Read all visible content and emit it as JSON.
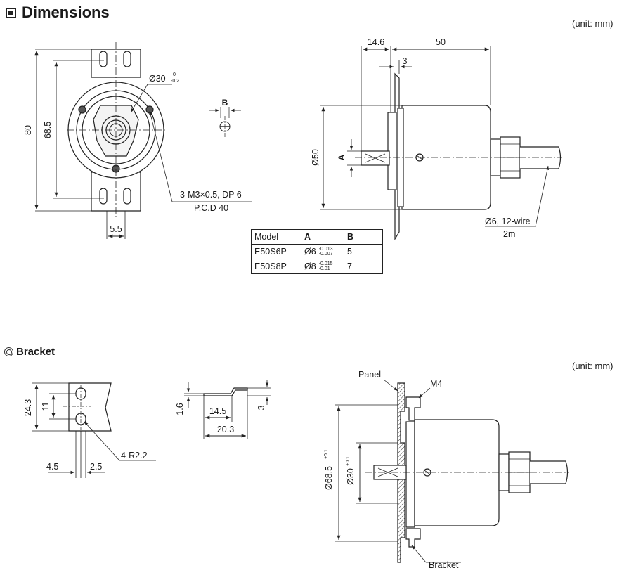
{
  "headings": {
    "dimensions": "Dimensions",
    "unit_top": "(unit: mm)",
    "bracket": "Bracket",
    "unit_bottom": "(unit: mm)"
  },
  "front_view": {
    "dim_80": "80",
    "dim_68_5": "68.5",
    "dim_5_5": "5.5",
    "dia_30": "Ø30",
    "dia_30_tol_upper": "0",
    "dia_30_tol_lower": "-0.2",
    "screw_note_1": "3-M3×0.5, DP 6",
    "screw_note_2": "P.C.D 40"
  },
  "detail_b": {
    "label": "B"
  },
  "side_view": {
    "dim_14_6": "14.6",
    "dim_50": "50",
    "dim_3": "3",
    "dia_50": "Ø50",
    "label_a": "A",
    "cable_1": "Ø6, 12-wire",
    "cable_2": "2m"
  },
  "model_table": {
    "headers": [
      "Model",
      "A",
      "B"
    ],
    "rows": [
      {
        "model": "E50S6P",
        "a": "Ø6",
        "a_tol_upper": "-0.013",
        "a_tol_lower": "-0.007",
        "b": "5"
      },
      {
        "model": "E50S8P",
        "a": "Ø8",
        "a_tol_upper": "-0.015",
        "a_tol_lower": "-0.01",
        "b": "7"
      }
    ]
  },
  "bracket_view": {
    "dim_24_3": "24.3",
    "dim_11": "11",
    "radius": "4-R2.2",
    "dim_4_5": "4.5",
    "dim_2_5": "2.5"
  },
  "bracket_profile": {
    "dim_1_6": "1.6",
    "dim_14_5": "14.5",
    "dim_20_3": "20.3",
    "dim_3": "3"
  },
  "mount_view": {
    "panel": "Panel",
    "m4": "M4",
    "dia_68_5": "Ø68.5",
    "dia_68_5_tol": "±0.1",
    "dia_30": "Ø30",
    "dia_30_tol": "±0.1",
    "bracket": "Bracket"
  }
}
